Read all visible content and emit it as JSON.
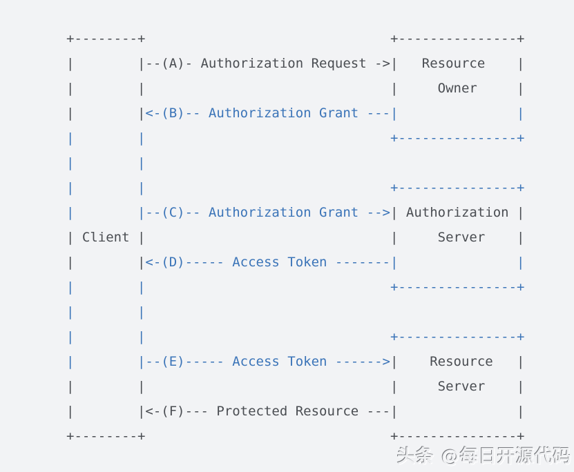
{
  "colors": {
    "background": "#f2f3f5",
    "text_dark": "#4a4d52",
    "text_blue": "#3b74b8",
    "watermark_shadow_dark": "#6c6e72",
    "watermark_shadow_light": "#ffffff"
  },
  "diagram": {
    "entities": [
      "Client",
      "Resource Owner",
      "Authorization Server",
      "Resource Server"
    ],
    "flows": [
      {
        "step": "A",
        "label": "Authorization Request"
      },
      {
        "step": "B",
        "label": "Authorization Grant"
      },
      {
        "step": "C",
        "label": "Authorization Grant"
      },
      {
        "step": "D",
        "label": "Access Token"
      },
      {
        "step": "E",
        "label": "Access Token"
      },
      {
        "step": "F",
        "label": "Protected Resource"
      }
    ],
    "lines": [
      {
        "segments": [
          {
            "c": "dark",
            "t": "+--------+                               +---------------+"
          }
        ]
      },
      {
        "segments": [
          {
            "c": "dark",
            "t": "|        |--(A)- Authorization Request ->|   Resource    |"
          }
        ]
      },
      {
        "segments": [
          {
            "c": "dark",
            "t": "|        |                               |     Owner     |"
          }
        ]
      },
      {
        "segments": [
          {
            "c": "dark",
            "t": "|        |"
          },
          {
            "c": "blue",
            "t": "<-(B)-- Authorization Grant ---|               |"
          }
        ]
      },
      {
        "segments": [
          {
            "c": "blue",
            "t": "|        |                               +---------------+"
          }
        ]
      },
      {
        "segments": [
          {
            "c": "blue",
            "t": "|        |"
          }
        ]
      },
      {
        "segments": [
          {
            "c": "blue",
            "t": "|        |                               +---------------+"
          }
        ]
      },
      {
        "segments": [
          {
            "c": "blue",
            "t": "|        |--(C)-- Authorization Grant -->"
          },
          {
            "c": "dark",
            "t": "| Authorization |"
          }
        ]
      },
      {
        "segments": [
          {
            "c": "dark",
            "t": "| Client |                               |     Server    |"
          }
        ]
      },
      {
        "segments": [
          {
            "c": "dark",
            "t": "|        |"
          },
          {
            "c": "blue",
            "t": "<-(D)----- Access Token -------|               |"
          }
        ]
      },
      {
        "segments": [
          {
            "c": "blue",
            "t": "|        |                               +---------------+"
          }
        ]
      },
      {
        "segments": [
          {
            "c": "blue",
            "t": "|        |"
          }
        ]
      },
      {
        "segments": [
          {
            "c": "blue",
            "t": "|        |                               +---------------+"
          }
        ]
      },
      {
        "segments": [
          {
            "c": "blue",
            "t": "|        |--(E)----- Access Token ------>"
          },
          {
            "c": "dark",
            "t": "|    Resource   |"
          }
        ]
      },
      {
        "segments": [
          {
            "c": "dark",
            "t": "|        |                               |     Server    |"
          }
        ]
      },
      {
        "segments": [
          {
            "c": "dark",
            "t": "|        |<-(F)--- Protected Resource ---|               |"
          }
        ]
      },
      {
        "segments": [
          {
            "c": "dark",
            "t": "+--------+                               +---------------+"
          }
        ]
      }
    ]
  },
  "watermark": {
    "text": "头条 @每日开源代码"
  }
}
